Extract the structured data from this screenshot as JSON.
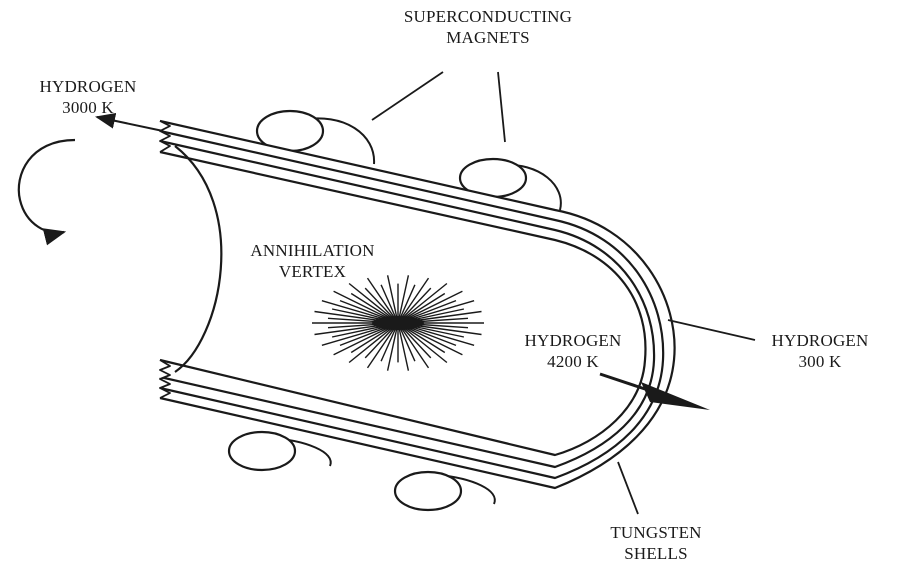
{
  "labels": {
    "superconducting_magnets": [
      "SUPERCONDUCTING",
      "MAGNETS"
    ],
    "hydrogen_inlet": [
      "HYDROGEN",
      "3000 K"
    ],
    "annihilation_vertex": [
      "ANNIHILATION",
      "VERTEX"
    ],
    "hydrogen_hot": [
      "HYDROGEN",
      "4200 K"
    ],
    "hydrogen_cold": [
      "HYDROGEN",
      "300 K"
    ],
    "tungsten_shells": [
      "TUNGSTEN",
      "SHELLS"
    ]
  },
  "colors": {
    "ink": "#1a1a1a",
    "background": "#ffffff"
  }
}
